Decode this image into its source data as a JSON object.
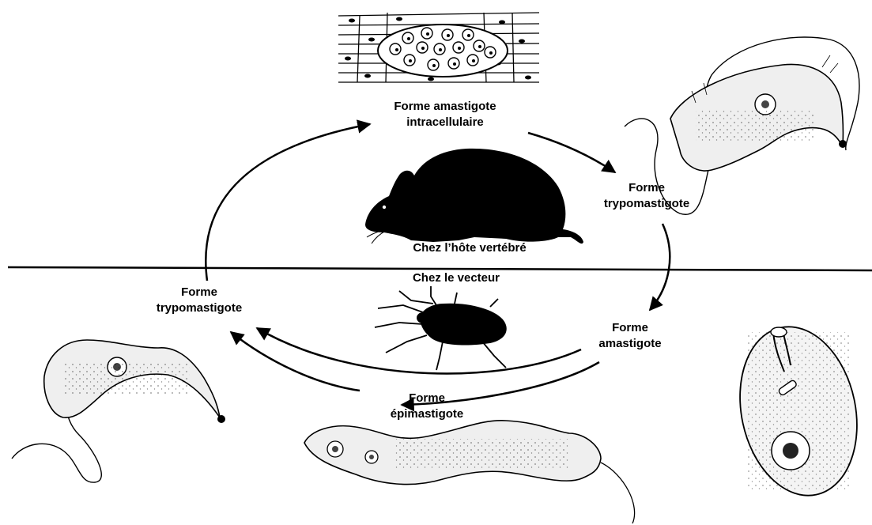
{
  "labels": {
    "amastigote_intracellular": {
      "line1": "Forme amastigote",
      "line2": "intracellulaire"
    },
    "trypomastigote_host": {
      "line1": "Forme",
      "line2": "trypomastigote"
    },
    "vertebrate_host": "Chez l’hôte vertébré",
    "vector": "Chez le vecteur",
    "trypomastigote_vector": {
      "line1": "Forme",
      "line2": "trypomastigote"
    },
    "amastigote_vector": {
      "line1": "Forme",
      "line2": "amastigote"
    },
    "epimastigote": {
      "line1": "Forme",
      "line2": "épimastigote"
    }
  },
  "icons": {
    "mouse": "mouse-silhouette-icon",
    "bug": "triatomine-bug-icon",
    "tissue": "infected-tissue-illustration",
    "trypomastigote_top": "trypomastigote-parasite-illustration",
    "trypomastigote_left": "trypomastigote-parasite-illustration",
    "epimastigote": "epimastigote-parasite-illustration",
    "amastigote": "amastigote-parasite-illustration"
  },
  "colors": {
    "ink": "#000000",
    "paper": "#ffffff",
    "cytoplasm": "#f2f2f2"
  }
}
